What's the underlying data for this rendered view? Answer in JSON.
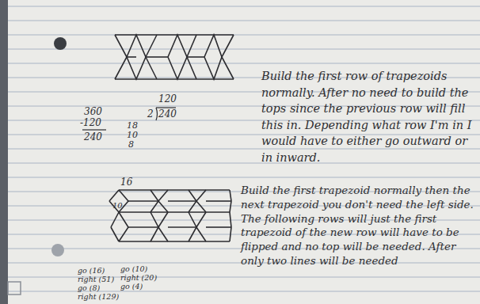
{
  "diagram": {
    "labels": [
      "Build the first row of trapezoids normally. After no need to build the tops since the previous row will fill this in. Depending what row I'm in I would have to either go outward or in inward.",
      "120",
      "360",
      "-120",
      "240",
      "2",
      "240",
      "18",
      "10",
      "8",
      "16",
      "10",
      "Build the first trapezoid normally then the next trapezoid you don't need the left side. The following rows will just the first trapezoid of the new row will have to be flipped and no top will be needed. After only two lines will be needed",
      "go (16)",
      "right (51)",
      "go (8)",
      "right (129)",
      "go (10)",
      "right (20)",
      "go (4)"
    ]
  }
}
